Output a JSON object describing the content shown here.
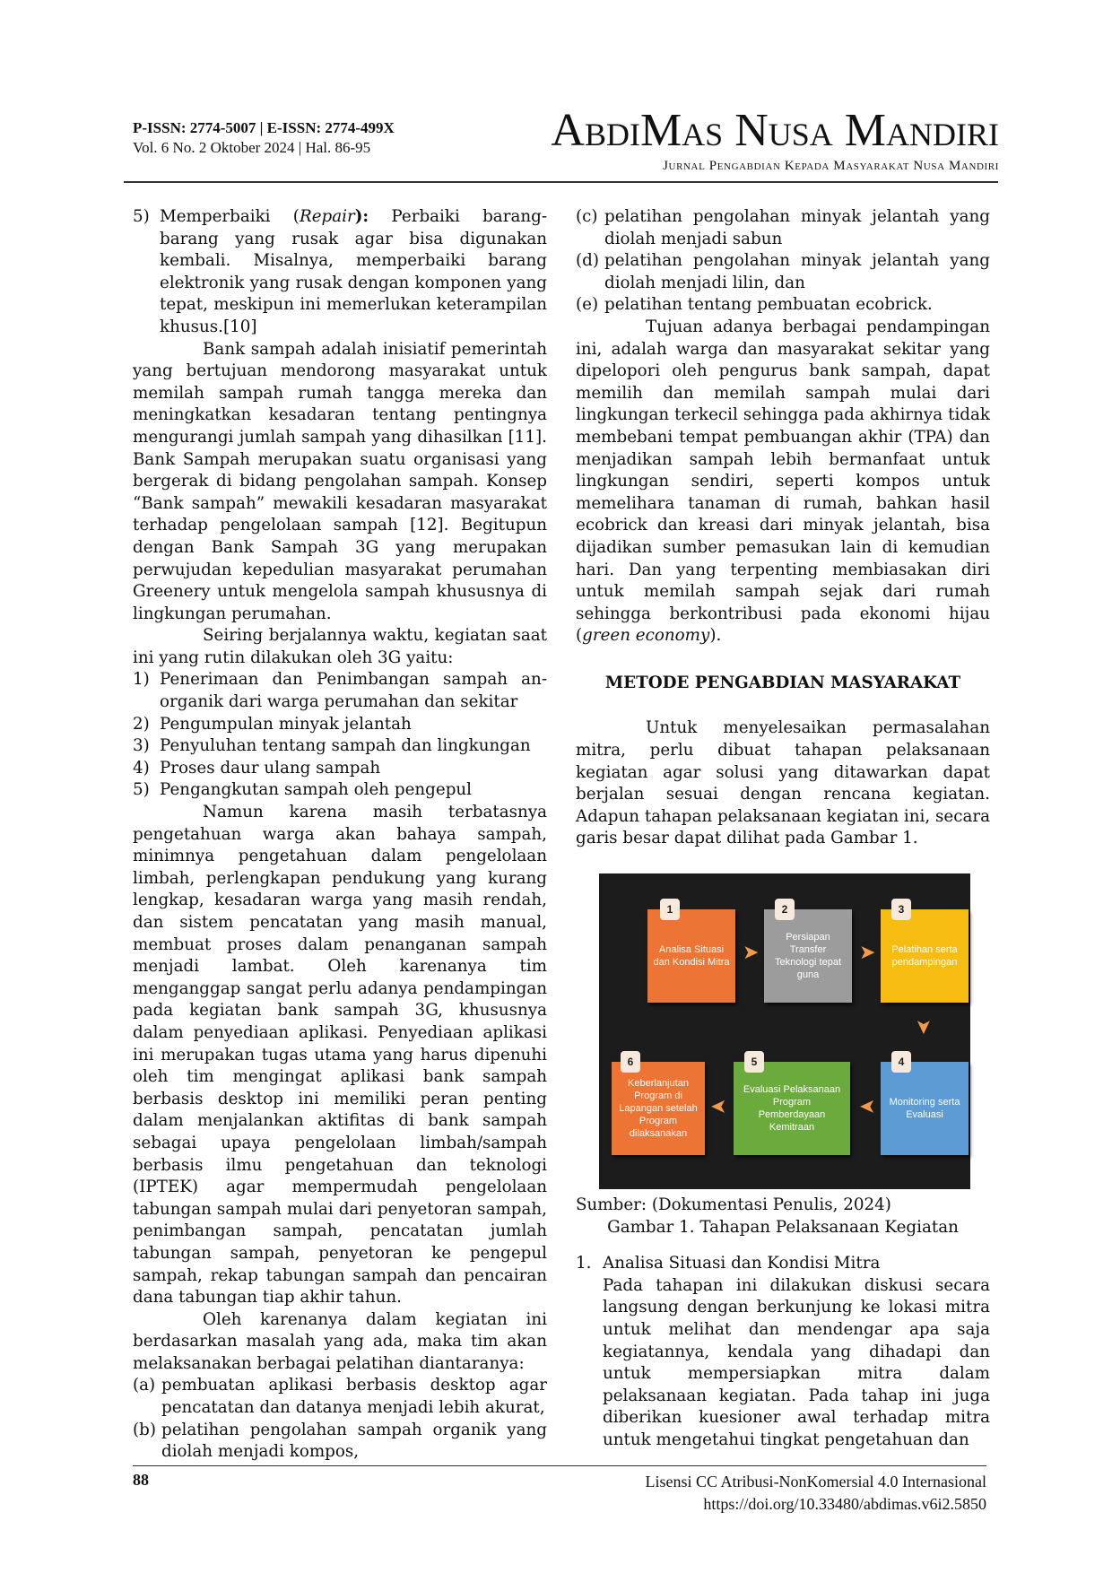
{
  "header": {
    "issn": "P-ISSN: 2774-5007 | E-ISSN: 2774-499X",
    "volume": "Vol. 6 No. 2 Oktober 2024 | Hal. 86-95",
    "journal_name": "AbdiMas Nusa Mandiri",
    "journal_subtitle": "Jurnal Pengabdian Kepada Masyarakat Nusa Mandiri"
  },
  "left": {
    "item5_num": "5)",
    "item5_a": "Memperbaiki (",
    "item5_italic": "Repair",
    "item5_b": "):",
    "item5_c": " Perbaiki barang-barang yang rusak agar bisa digunakan kembali. Misalnya, memperbaiki barang elektronik yang rusak dengan komponen yang tepat, meskipun ini memerlukan keterampilan khusus.[10]",
    "para1": "Bank sampah adalah inisiatif pemerintah yang bertujuan mendorong masyarakat untuk memilah sampah rumah tangga mereka dan meningkatkan kesadaran tentang pentingnya mengurangi jumlah sampah yang dihasilkan [11]. Bank Sampah merupakan suatu organisasi yang bergerak di bidang pengolahan sampah. Konsep “Bank sampah” mewakili kesadaran masyarakat terhadap pengelolaan sampah [12]. Begitupun dengan Bank Sampah 3G yang merupakan perwujudan kepedulian masyarakat perumahan Greenery untuk mengelola sampah khususnya di lingkungan perumahan.",
    "para2": "Seiring berjalannya waktu, kegiatan saat ini yang rutin dilakukan oleh 3G yaitu:",
    "list": [
      {
        "num": "1)",
        "text": "Penerimaan dan Penimbangan sampah an-organik dari warga perumahan dan sekitar"
      },
      {
        "num": "2)",
        "text": "Pengumpulan minyak jelantah"
      },
      {
        "num": "3)",
        "text": "Penyuluhan tentang sampah dan lingkungan"
      },
      {
        "num": "4)",
        "text": "Proses daur ulang sampah"
      },
      {
        "num": "5)",
        "text": "Pengangkutan sampah oleh pengepul"
      }
    ],
    "para3": "Namun karena masih terbatasnya pengetahuan warga akan bahaya sampah, minimnya pengetahuan dalam pengelolaan limbah, perlengkapan pendukung yang kurang lengkap, kesadaran warga yang masih rendah, dan sistem pencatatan yang masih manual, membuat proses dalam penanganan sampah menjadi lambat. Oleh karenanya tim menganggap sangat perlu adanya pendampingan pada kegiatan bank sampah 3G, khususnya dalam penyediaan aplikasi. Penyediaan aplikasi ini merupakan tugas utama yang harus dipenuhi oleh tim mengingat aplikasi bank sampah berbasis desktop ini memiliki peran penting dalam menjalankan aktifitas di bank sampah sebagai upaya pengelolaan limbah/sampah berbasis ilmu pengetahuan dan teknologi (IPTEK) agar mempermudah pengelolaan tabungan sampah mulai dari penyetoran sampah, penimbangan sampah, pencatatan jumlah tabungan sampah, penyetoran ke pengepul sampah, rekap tabungan sampah dan pencairan dana tabungan tiap akhir tahun.",
    "para4": "Oleh karenanya dalam kegiatan ini berdasarkan masalah yang ada, maka tim akan melaksanakan berbagai pelatihan diantaranya:",
    "alist": [
      {
        "num": "(a)",
        "text": "pembuatan aplikasi berbasis desktop agar pencatatan dan datanya menjadi lebih akurat,"
      },
      {
        "num": "(b)",
        "text": "pelatihan pengolahan sampah organik yang diolah menjadi kompos,"
      }
    ]
  },
  "right": {
    "alist": [
      {
        "num": "(c)",
        "text": "pelatihan pengolahan minyak jelantah yang diolah menjadi sabun"
      },
      {
        "num": "(d)",
        "text": "pelatihan pengolahan minyak jelantah yang diolah menjadi lilin, dan"
      },
      {
        "num": "(e)",
        "text": "pelatihan tentang pembuatan ecobrick."
      }
    ],
    "para1": "Tujuan adanya berbagai pendampingan ini, adalah warga dan masyarakat sekitar yang dipelopori oleh pengurus bank sampah, dapat memilih dan memilah sampah mulai dari lingkungan terkecil sehingga pada akhirnya tidak membebani tempat pembuangan akhir (TPA) dan menjadikan sampah lebih bermanfaat untuk lingkungan sendiri, seperti kompos untuk memelihara tanaman di rumah, bahkan hasil ecobrick dan kreasi dari minyak jelantah, bisa dijadikan sumber pemasukan lain di kemudian hari. Dan yang terpenting membiasakan diri untuk memilah sampah sejak dari rumah sehingga berkontribusi pada ekonomi hijau (",
    "para1_italic": "green economy",
    "para1_end": ").",
    "section_title": "METODE PENGABDIAN MASYARAKAT",
    "para2": "Untuk menyelesaikan permasalahan mitra, perlu dibuat tahapan pelaksanaan kegiatan agar solusi yang ditawarkan dapat berjalan sesuai dengan rencana kegiatan. Adapun tahapan pelaksanaan kegiatan ini, secara garis besar dapat dilihat pada Gambar 1.",
    "figure": {
      "steps": [
        {
          "num": "1",
          "label": "Analisa Situasi dan Kondisi Mitra",
          "color": "#ec7435"
        },
        {
          "num": "2",
          "label": "Persiapan Transfer Teknologi tepat guna",
          "color": "#9c9c9c"
        },
        {
          "num": "3",
          "label": "Pelatihan serta pendampingan",
          "color": "#f6bc12"
        },
        {
          "num": "4",
          "label": "Monitoring serta Evaluasi",
          "color": "#5d9bd4"
        },
        {
          "num": "5",
          "label": "Evaluasi Pelaksanaan Program Pemberdayaan Kemitraan",
          "color": "#6bab3e"
        },
        {
          "num": "6",
          "label": "Keberlanjutan Program di Lapangan setelah Program dilaksanakan",
          "color": "#ec7435"
        }
      ]
    },
    "source": "Sumber: (Dokumentasi Penulis, 2024)",
    "caption": "Gambar 1. Tahapan Pelaksanaan Kegiatan",
    "item1_num": "1.",
    "item1_title": "Analisa Situasi dan Kondisi Mitra",
    "item1_text": "Pada tahapan ini dilakukan diskusi secara langsung dengan berkunjung ke lokasi mitra untuk melihat dan mendengar apa saja kegiatannya, kendala yang dihadapi dan untuk mempersiapkan mitra dalam pelaksanaan kegiatan. Pada tahap ini juga diberikan kuesioner awal terhadap mitra untuk mengetahui tingkat pengetahuan dan"
  },
  "footer": {
    "page_number": "88",
    "license": "Lisensi CC Atribusi-NonKomersial 4.0 Internasional",
    "doi": "https://doi.org/10.33480/abdimas.v6i2.5850"
  }
}
